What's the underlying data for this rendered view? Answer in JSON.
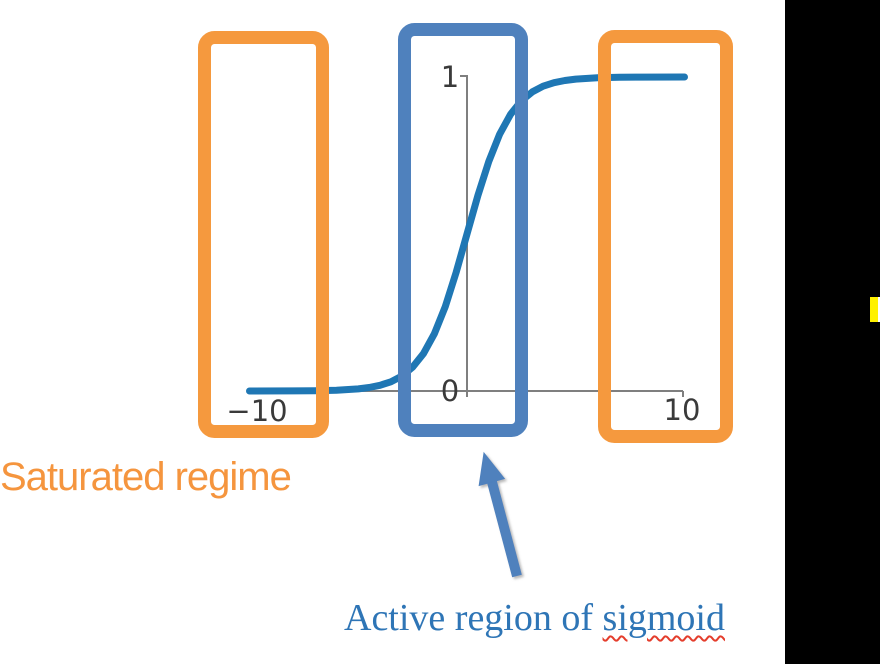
{
  "page": {
    "background": "#ffffff",
    "side_panel_color": "#000000",
    "highlight_marker_color": "#FFF100",
    "highlight_marker_edge_color": "#ffffff"
  },
  "chart_data": {
    "type": "line",
    "title": "",
    "xlabel": "",
    "ylabel": "",
    "xlim": [
      -10,
      10
    ],
    "ylim": [
      0,
      1
    ],
    "x_ticks": [
      -10,
      0,
      10
    ],
    "y_ticks": [
      1
    ],
    "grid": false,
    "legend_position": "none",
    "series": [
      {
        "name": "sigmoid",
        "color": "#1F77B4",
        "x": [
          -10,
          -8,
          -7,
          -6,
          -5,
          -4.5,
          -4,
          -3.5,
          -3,
          -2.5,
          -2,
          -1.5,
          -1,
          -0.5,
          0,
          0.5,
          1,
          1.5,
          2,
          2.5,
          3,
          3.5,
          4,
          4.5,
          5,
          6,
          7,
          8,
          10
        ],
        "y": [
          4.54e-05,
          0.000335,
          0.000911,
          0.00247,
          0.0067,
          0.011,
          0.018,
          0.0293,
          0.0474,
          0.0759,
          0.1192,
          0.1824,
          0.2689,
          0.3775,
          0.5,
          0.6225,
          0.7311,
          0.8176,
          0.8808,
          0.9241,
          0.9526,
          0.9707,
          0.982,
          0.989,
          0.9933,
          0.9975,
          0.99909,
          0.99966,
          0.99995
        ]
      }
    ],
    "annotations": [
      "Saturated regime (left and right orange boxes)",
      "Active region of sigmoid (center blue box)"
    ]
  },
  "axis_labels": {
    "y_one": "1",
    "x_zero": "0",
    "x_minus10": "−10",
    "x_plus10": "10",
    "axis_color": "#7f7f7f",
    "tick_text_color": "#3a3a3a"
  },
  "annotations": {
    "saturated_label": "Saturated regime",
    "saturated_label_color": "#F5953E",
    "active_label_prefix": "Active region of ",
    "active_label_word": "sigmoid",
    "active_label_color": "#2E75B6",
    "squiggle_color": "#E43D2C",
    "arrow_color": "#4F81BD",
    "boxes": [
      {
        "name": "saturated-left",
        "color": "#F5993E"
      },
      {
        "name": "active",
        "color": "#4F81BD"
      },
      {
        "name": "saturated-right",
        "color": "#F5993E"
      }
    ]
  }
}
